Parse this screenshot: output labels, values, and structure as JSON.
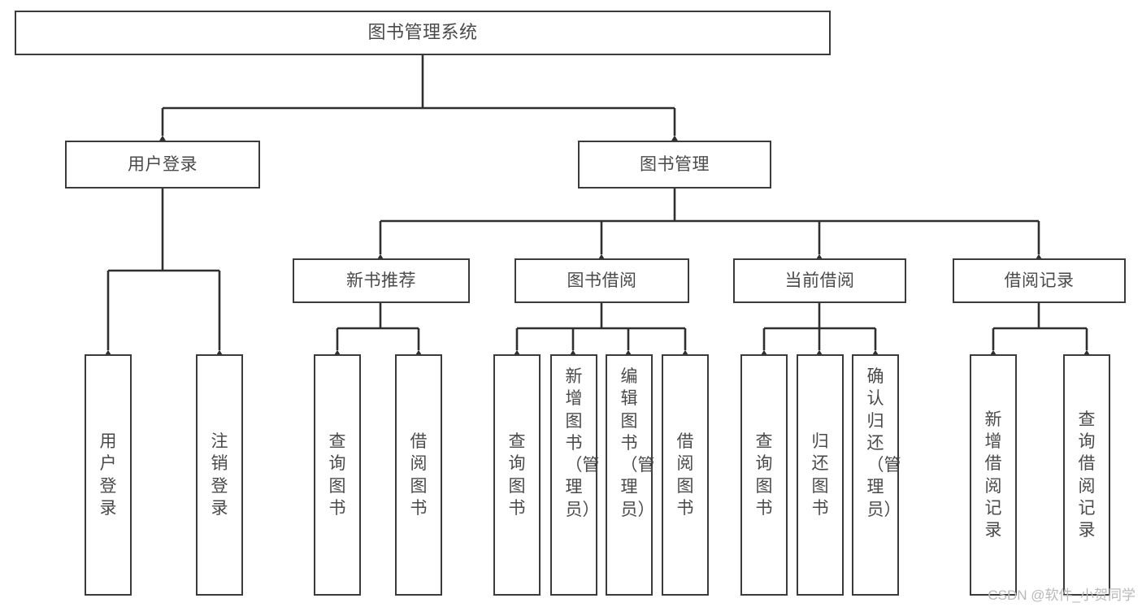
{
  "diagram": {
    "type": "tree",
    "title": "图书管理系统",
    "orientation": "top-down",
    "colors": {
      "box_border": "#3b3b3b",
      "box_fill": "#ffffff",
      "text": "#4a4a4a",
      "edge": "#2f2f2f",
      "watermark": "#b9b9b9"
    },
    "watermark": "CSDN @软件_小贺同学",
    "levels": [
      {
        "level": 0,
        "nodes": [
          {
            "id": "root",
            "label": "图书管理系统",
            "orientation": "horizontal"
          }
        ]
      },
      {
        "level": 1,
        "nodes": [
          {
            "id": "login",
            "label": "用户登录",
            "orientation": "horizontal",
            "parent": "root"
          },
          {
            "id": "bookmgr",
            "label": "图书管理",
            "orientation": "horizontal",
            "parent": "root"
          }
        ]
      },
      {
        "level": 2,
        "nodes": [
          {
            "id": "newbook",
            "label": "新书推荐",
            "orientation": "horizontal",
            "parent": "bookmgr"
          },
          {
            "id": "borrow",
            "label": "图书借阅",
            "orientation": "horizontal",
            "parent": "bookmgr"
          },
          {
            "id": "current",
            "label": "当前借阅",
            "orientation": "horizontal",
            "parent": "bookmgr"
          },
          {
            "id": "records",
            "label": "借阅记录",
            "orientation": "horizontal",
            "parent": "bookmgr"
          }
        ]
      },
      {
        "level": 3,
        "nodes": [
          {
            "id": "leaf1",
            "label": "用户登录",
            "orientation": "vertical",
            "parent": "login"
          },
          {
            "id": "leaf2",
            "label": "注销登录",
            "orientation": "vertical",
            "parent": "login"
          },
          {
            "id": "leaf3",
            "label": "查询图书",
            "orientation": "vertical",
            "parent": "newbook"
          },
          {
            "id": "leaf4",
            "label": "借阅图书",
            "orientation": "vertical",
            "parent": "newbook"
          },
          {
            "id": "leaf5",
            "label": "查询图书",
            "orientation": "vertical",
            "parent": "borrow"
          },
          {
            "id": "leaf6",
            "label": "新增图书（管理员）",
            "orientation": "vertical",
            "parent": "borrow"
          },
          {
            "id": "leaf7",
            "label": "编辑图书（管理员）",
            "orientation": "vertical",
            "parent": "borrow"
          },
          {
            "id": "leaf8",
            "label": "借阅图书",
            "orientation": "vertical",
            "parent": "borrow"
          },
          {
            "id": "leaf9",
            "label": "查询图书",
            "orientation": "vertical",
            "parent": "current"
          },
          {
            "id": "leaf10",
            "label": "归还图书",
            "orientation": "vertical",
            "parent": "current"
          },
          {
            "id": "leaf11",
            "label": "确认归还（管理员）",
            "orientation": "vertical",
            "parent": "current"
          },
          {
            "id": "leaf12",
            "label": "新增借阅记录",
            "orientation": "vertical",
            "parent": "records"
          },
          {
            "id": "leaf13",
            "label": "查询借阅记录",
            "orientation": "vertical",
            "parent": "records"
          }
        ]
      }
    ]
  }
}
